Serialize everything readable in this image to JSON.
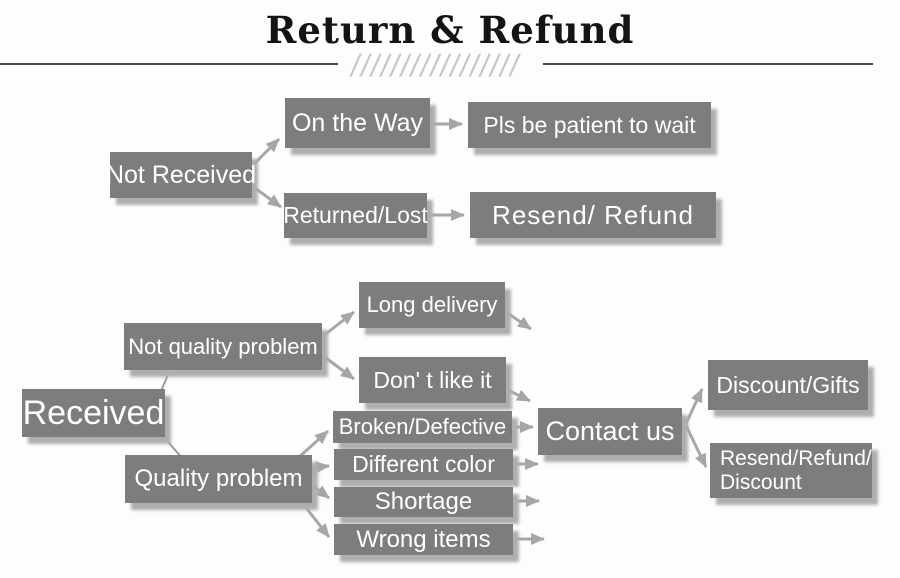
{
  "title": "Return & Refund",
  "decor": {
    "hatch": "/////////////////"
  },
  "nodes": {
    "not_received": "Not Received",
    "on_the_way": "On the Way",
    "pls_be_patient": "Pls be patient to wait",
    "returned_lost": "Returned/Lost",
    "resend_refund": "Resend/ Refund",
    "received": "Received",
    "not_quality_problem": "Not quality problem",
    "long_delivery": "Long delivery",
    "dont_like_it": "Don'  t like it",
    "quality_problem": "Quality problem",
    "broken_defective": "Broken/Defective",
    "different_color": "Different color",
    "shortage": "Shortage",
    "wrong_items": "Wrong items",
    "contact_us": "Contact us",
    "resend_refund_discount_line1": "Resend/Refund/",
    "resend_refund_discount_line2": "Discount",
    "discount_gifts": "Discount/Gifts"
  },
  "colors": {
    "box_fill": "#7d7d7d",
    "box_text": "#ffffff",
    "arrow": "#a6a6a6",
    "connector": "#9a9a9a",
    "rule_line": "#4b4b4b",
    "hatch": "#c6c6c6",
    "title_text": "#141414"
  }
}
